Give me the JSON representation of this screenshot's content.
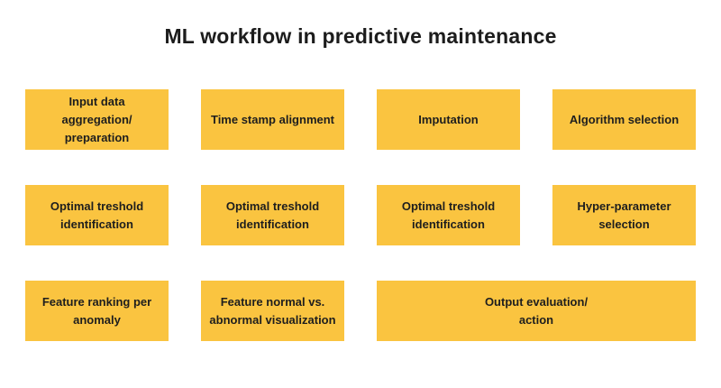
{
  "title": "ML workflow in predictive maintenance",
  "colors": {
    "box_fill": "#FAC440",
    "text": "#1E1E1E",
    "background": "#FFFFFF"
  },
  "boxes": [
    {
      "name": "box-input-data-aggregation",
      "label": "Input data aggregation/\npreparation",
      "span": 1
    },
    {
      "name": "box-time-stamp-alignment",
      "label": "Time stamp alignment",
      "span": 1
    },
    {
      "name": "box-imputation",
      "label": "Imputation",
      "span": 1
    },
    {
      "name": "box-algorithm-selection",
      "label": "Algorithm selection",
      "span": 1
    },
    {
      "name": "box-optimal-treshold-identification-1",
      "label": "Optimal treshold\nidentification",
      "span": 1
    },
    {
      "name": "box-optimal-treshold-identification-2",
      "label": "Optimal treshold\nidentification",
      "span": 1
    },
    {
      "name": "box-optimal-treshold-identification-3",
      "label": "Optimal treshold\nidentification",
      "span": 1
    },
    {
      "name": "box-hyper-parameter-selection",
      "label": "Hyper-parameter\nselection",
      "span": 1
    },
    {
      "name": "box-feature-ranking-per-anomaly",
      "label": "Feature ranking per\nanomaly",
      "span": 1
    },
    {
      "name": "box-feature-normal-vs-abnormal",
      "label": "Feature normal vs.\nabnormal visualization",
      "span": 1
    },
    {
      "name": "box-output-evaluation-action",
      "label": "Output evaluation/\naction",
      "span": 2
    }
  ]
}
